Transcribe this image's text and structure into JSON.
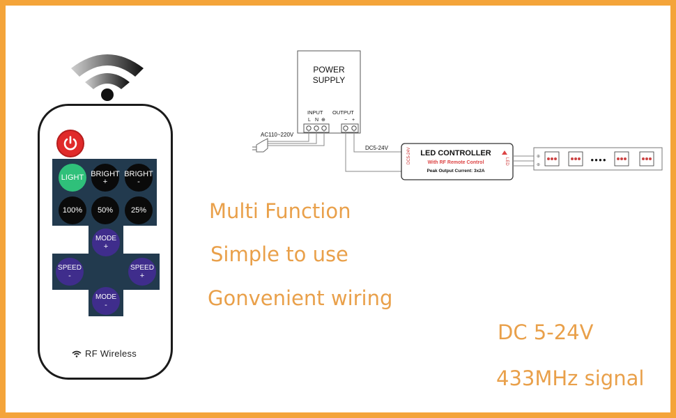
{
  "remote": {
    "power_icon": "power-icon",
    "buttons_top": [
      {
        "line1": "LIGHT",
        "line2": ""
      },
      {
        "line1": "BRIGHT",
        "line2": "+"
      },
      {
        "line1": "BRIGHT",
        "line2": "-"
      },
      {
        "line1": "100%",
        "line2": ""
      },
      {
        "line1": "50%",
        "line2": ""
      },
      {
        "line1": "25%",
        "line2": ""
      }
    ],
    "mode_plus": {
      "line1": "MODE",
      "line2": "+"
    },
    "mode_minus": {
      "line1": "MODE",
      "line2": "-"
    },
    "speed_minus": {
      "line1": "SPEED",
      "line2": "-"
    },
    "speed_plus": {
      "line1": "SPEED",
      "line2": "+"
    },
    "rf_label": "RF Wireless",
    "colors": {
      "light_button": "#2fc07a",
      "power_button": "#e02a2a",
      "panel": "#223a4e",
      "dpad_button": "#3f2d8c"
    }
  },
  "diagram": {
    "power_supply": {
      "line1": "POWER",
      "line2": "SUPPLY",
      "input_label": "INPUT",
      "output_label": "OUTPUT",
      "input_terminals": [
        "L",
        "N",
        "⊕"
      ],
      "output_terminals": [
        "−",
        "+"
      ]
    },
    "ac_label": "AC110~220V",
    "dc_label": "DC5-24V",
    "controller": {
      "title": "LED CONTROLLER",
      "subtitle": "With RF Remote Control",
      "spec": "Peak Output Current: 3x2A",
      "side_right": "LED",
      "side_left": "DC5-24V"
    },
    "strip_dots": "●●●●"
  },
  "features": [
    "Multi Function",
    "Simple to use",
    "Gonvenient wiring"
  ],
  "specs": [
    "DC 5-24V",
    "433MHz signal"
  ],
  "colors": {
    "border": "#f4a43a",
    "text": "#e9a04a"
  }
}
